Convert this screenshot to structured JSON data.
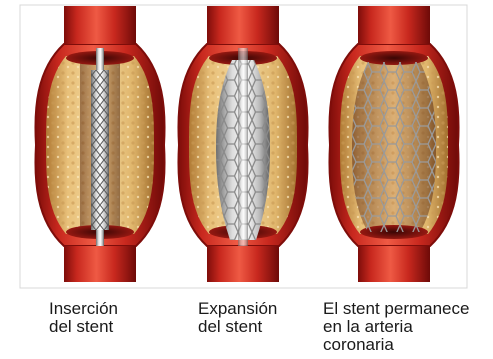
{
  "panels": [
    {
      "id": "insertion",
      "caption_lines": [
        "Inserción",
        "del stent"
      ],
      "stent_state": "collapsed"
    },
    {
      "id": "expansion",
      "caption_lines": [
        "Expansión",
        "del stent"
      ],
      "stent_state": "expanding"
    },
    {
      "id": "remains",
      "caption_lines": [
        "El stent permanece",
        "en la arteria",
        "coronaria"
      ],
      "stent_state": "deployed"
    }
  ],
  "colors": {
    "artery_red": "#c8281e",
    "artery_dark": "#7e0d0a",
    "plaque_yellow": "#e8c079",
    "stent_metal": "#c9c9c9",
    "frame_border": "#d8d8d8"
  }
}
